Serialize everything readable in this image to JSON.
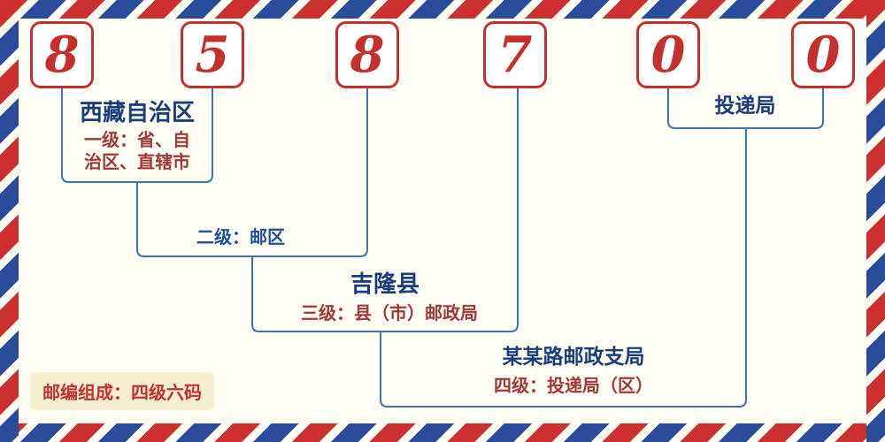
{
  "digits": {
    "values": [
      "8",
      "5",
      "8",
      "7",
      "0",
      "0"
    ]
  },
  "labels": {
    "level1_name": "西藏自治区",
    "level1_desc": "一级：省、自治区、直辖市",
    "level2_desc": "二级：邮区",
    "level3_name": "吉隆县",
    "level3_desc": "三级：县（市）邮政局",
    "level4_name": "某某路邮政支局",
    "level4_desc": "四级：投递局（区）",
    "level56_name": "投递局",
    "footer_note": "邮编组成：四级六码"
  },
  "colors": {
    "digit_red": "#c5302c",
    "name_blue": "#1c3d7c",
    "desc_red": "#a03834",
    "level2_blue": "#1c4f9c",
    "line_blue": "#3d72b4",
    "stripe_red": "#cc2f2e",
    "stripe_blue": "#2a4d9b",
    "footer_bg": "#f6efd2",
    "background": "#fffdf4"
  }
}
